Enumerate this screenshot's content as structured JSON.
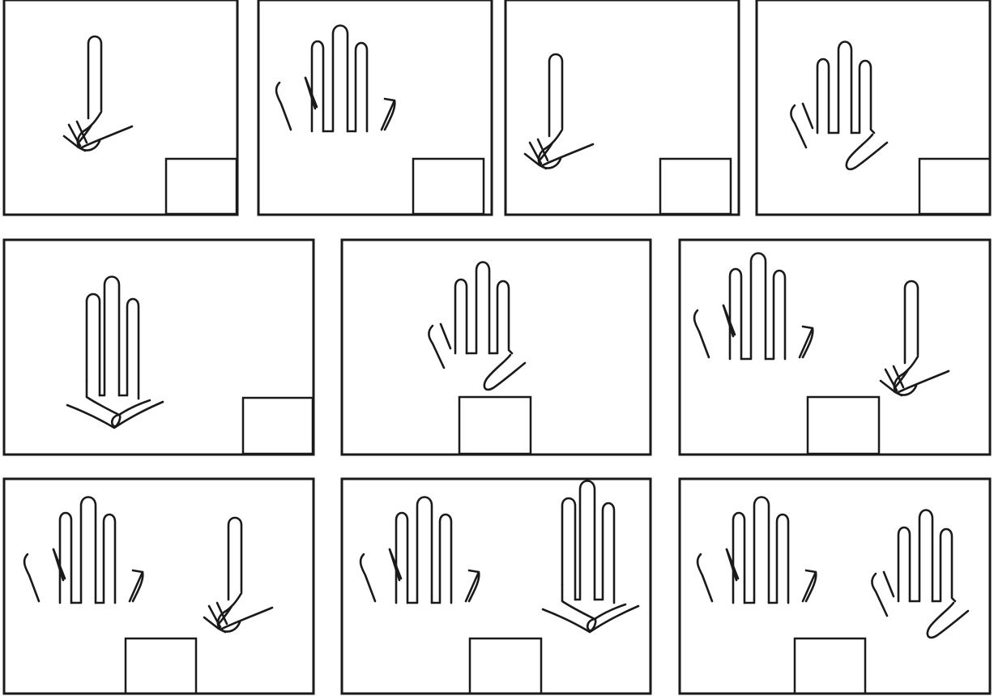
{
  "figure": {
    "rows": 3,
    "panel_count": 10,
    "panels": [
      {
        "index": 1,
        "hand_left": "none",
        "hand_right": "pinch",
        "marker_box": "bottom-right"
      },
      {
        "index": 2,
        "hand_left": "none",
        "hand_right": "open-five",
        "marker_box": "bottom-right"
      },
      {
        "index": 3,
        "hand_left": "none",
        "hand_right": "pinch",
        "marker_box": "bottom-right"
      },
      {
        "index": 4,
        "hand_left": "none",
        "hand_right": "four-fingers-thumb-folded",
        "marker_box": "bottom-right"
      },
      {
        "index": 5,
        "hand_left": "none",
        "hand_right": "three-fingers-fork",
        "marker_box": "bottom-right"
      },
      {
        "index": 6,
        "hand_left": "none",
        "hand_right": "four-fingers-thumb-folded",
        "marker_box": "bottom-center"
      },
      {
        "index": 7,
        "hand_left": "open-five",
        "hand_right": "pinch",
        "marker_box": "bottom-center"
      },
      {
        "index": 8,
        "hand_left": "open-five",
        "hand_right": "pinch",
        "marker_box": "bottom-center"
      },
      {
        "index": 9,
        "hand_left": "open-five",
        "hand_right": "three-fingers-fork",
        "marker_box": "bottom-center"
      },
      {
        "index": 10,
        "hand_left": "open-five",
        "hand_right": "four-fingers-thumb-folded",
        "marker_box": "bottom-center"
      }
    ]
  }
}
